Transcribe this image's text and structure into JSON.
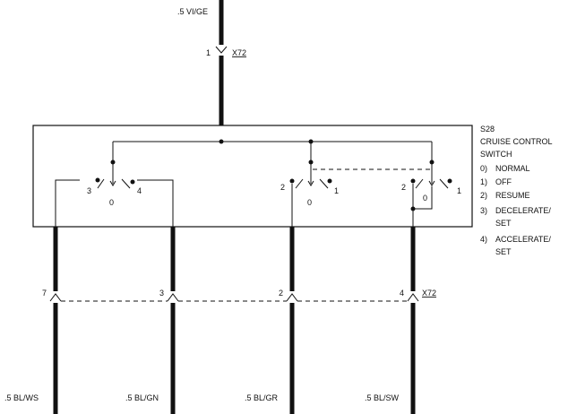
{
  "top_wire": {
    "label": ".5 VI/GE"
  },
  "top_connector": {
    "pin": "1",
    "name": "X72"
  },
  "component": {
    "id": "S28",
    "name_line1": "CRUISE CONTROL",
    "name_line2": "SWITCH",
    "positions": [
      {
        "key": "0)",
        "text": "NORMAL"
      },
      {
        "key": "1)",
        "text": "OFF"
      },
      {
        "key": "2)",
        "text": "RESUME"
      },
      {
        "key": "3)",
        "text": "DECELERATE/"
      },
      {
        "key": "",
        "text": "SET"
      },
      {
        "key": "4)",
        "text": "ACCELERATE/"
      },
      {
        "key": "",
        "text": "SET"
      }
    ]
  },
  "switches": {
    "s1": {
      "left": "3",
      "mid": "0",
      "right": "4"
    },
    "s2": {
      "left": "2",
      "mid": "0",
      "right": "1"
    },
    "s3": {
      "left": "2",
      "mid": "0",
      "right": "1"
    }
  },
  "bottom_connector": {
    "name": "X72",
    "pins": [
      "7",
      "3",
      "2",
      "4"
    ]
  },
  "bottom_wires": [
    ".5 BL/WS",
    ".5 BL/GN",
    ".5 BL/GR",
    ".5 BL/SW"
  ]
}
